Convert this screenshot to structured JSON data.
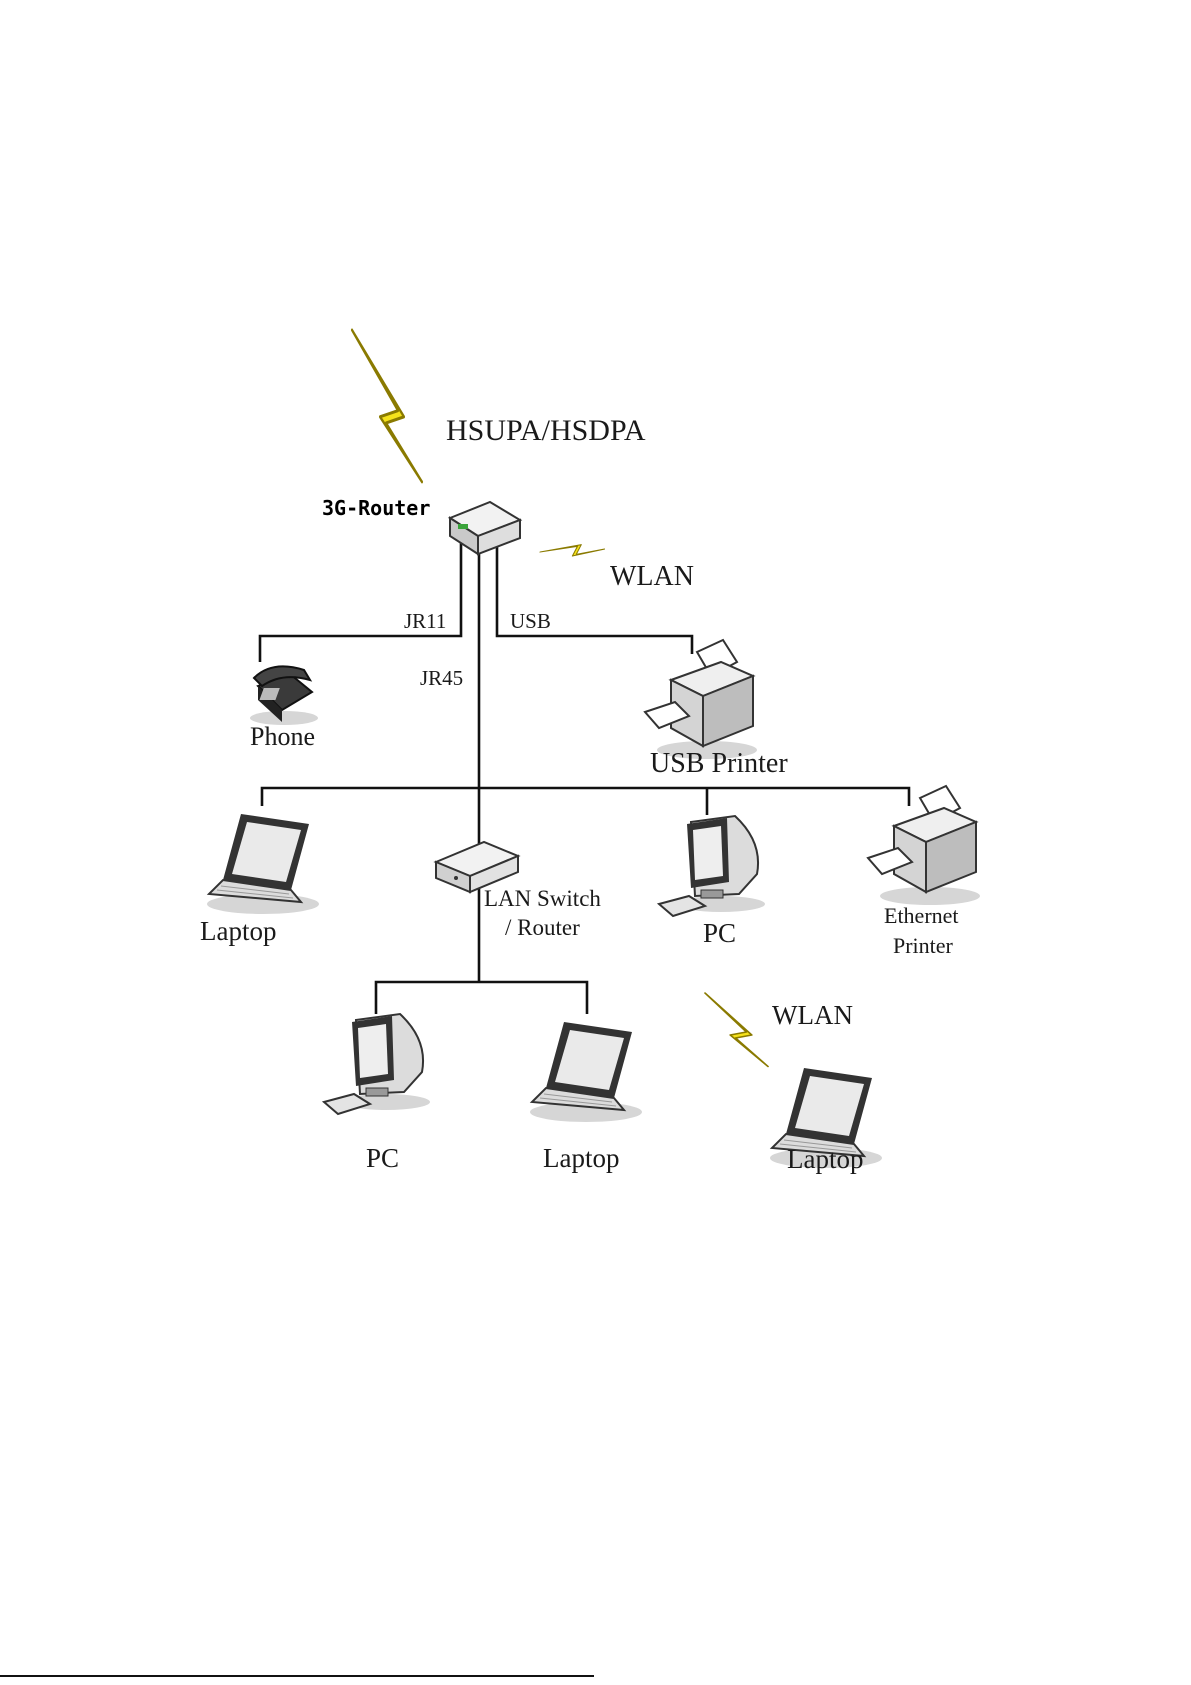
{
  "labels": {
    "hsupa": "HSUPA/HSDPA",
    "router": "3G-Router",
    "wlan_top": "WLAN",
    "jr11": "JR11",
    "usb": "USB",
    "jr45": "JR45",
    "phone": "Phone",
    "usb_printer": "USB Printer",
    "laptop_left": "Laptop",
    "lan_switch_line1": "LAN Switch",
    "lan_switch_line2": "/ Router",
    "pc_mid": "PC",
    "eth_printer_line1": "Ethernet",
    "eth_printer_line2": "Printer",
    "wlan_bottom": "WLAN",
    "pc_bottom": "PC",
    "laptop_bottom_mid": "Laptop",
    "laptop_bottom_right": "Laptop"
  },
  "icons": {
    "router": "router-icon",
    "phone": "phone-icon",
    "printer": "printer-icon",
    "laptop": "laptop-icon",
    "pc": "pc-icon",
    "switch": "switch-icon",
    "signal": "lightning-bolt-icon"
  },
  "colors": {
    "bolt_fill": "#f5e21b",
    "bolt_stroke": "#8a7a00",
    "wire": "#111111",
    "device_light": "#e8e8e8",
    "device_dark": "#555555"
  }
}
